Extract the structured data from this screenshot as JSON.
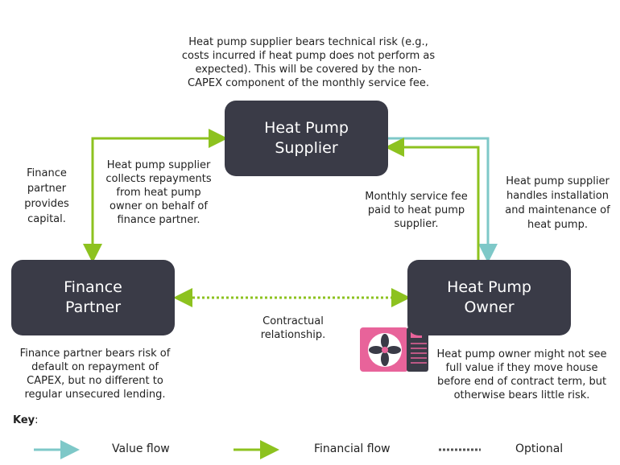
{
  "colors": {
    "box": "#3a3b47",
    "value_flow": "#7ec8c8",
    "financial_flow": "#8dc21f",
    "heat_pump_icon": "#e8639a"
  },
  "nodes": {
    "supplier": "Heat Pump Supplier",
    "finance": "Finance Partner",
    "owner": "Heat Pump Owner"
  },
  "notes": {
    "supplier_risk": "Heat pump supplier bears technical risk (e.g., costs incurred if heat pump does not perform as expected). This will be covered by the non-CAPEX component of the monthly service fee.",
    "finance_provides": "Finance partner provides capital.",
    "collects": "Heat pump supplier collects repayments from heat pump owner on behalf of finance partner.",
    "monthly_fee": "Monthly service fee paid to heat pump supplier.",
    "installation": "Heat pump supplier handles installation and maintenance of heat pump.",
    "contractual": "Contractual relationship.",
    "finance_risk": "Finance partner bears risk of default on repayment of CAPEX, but no different to regular unsecured lending.",
    "owner_risk": "Heat pump owner might not see full value if they move house before end of contract term, but otherwise bears little risk."
  },
  "key": {
    "title": "Key",
    "colon": ":",
    "value": "Value flow",
    "financial": "Financial flow",
    "optional": "Optional"
  },
  "icons": {
    "heat_pump": "heat-pump-icon"
  }
}
